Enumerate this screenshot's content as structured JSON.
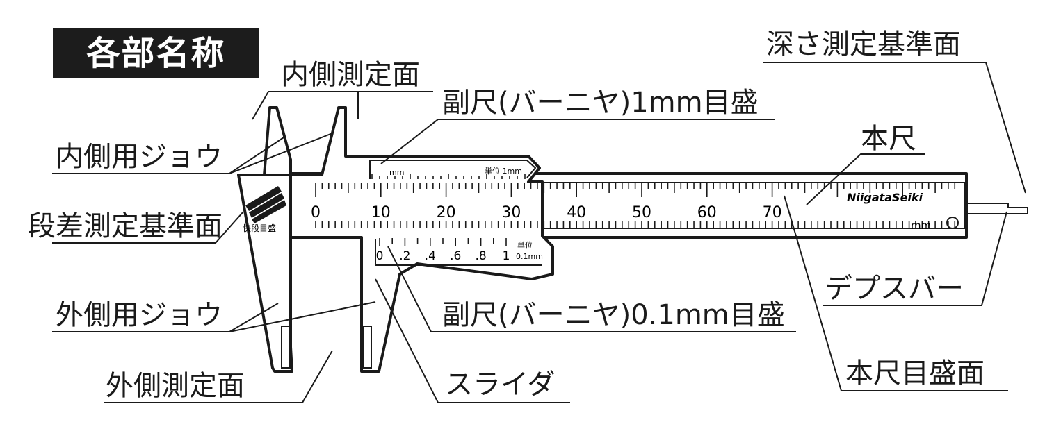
{
  "title": "各部名称",
  "labels": {
    "inner_measuring_face": "内側測定面",
    "vernier_1mm": "副尺(バーニヤ)1mm目盛",
    "depth_reference_face": "深さ測定基準面",
    "inner_jaw": "内側用ジョウ",
    "main_scale": "本尺",
    "step_reference_face": "段差測定基準面",
    "depth_bar": "デプスバー",
    "outer_jaw": "外側用ジョウ",
    "vernier_01mm": "副尺(バーニヤ)0.1mm目盛",
    "main_scale_face": "本尺目盛面",
    "outer_measuring_face": "外側測定面",
    "slider": "スライダ"
  },
  "scale": {
    "numbers": [
      "0",
      "10",
      "20",
      "30",
      "40",
      "50",
      "60",
      "70"
    ],
    "unit": "mm",
    "brand": "NiigataSeiki"
  },
  "vernier_top": {
    "unit": "mm",
    "unit_caption": "単位 1mm"
  },
  "vernier_bottom": {
    "numbers": [
      "0",
      ".2",
      ".4",
      ".6",
      ".8",
      "1"
    ],
    "unit_caption_top": "単位",
    "unit_caption_bottom": "0.1mm"
  },
  "step_mark": "快段目盛"
}
